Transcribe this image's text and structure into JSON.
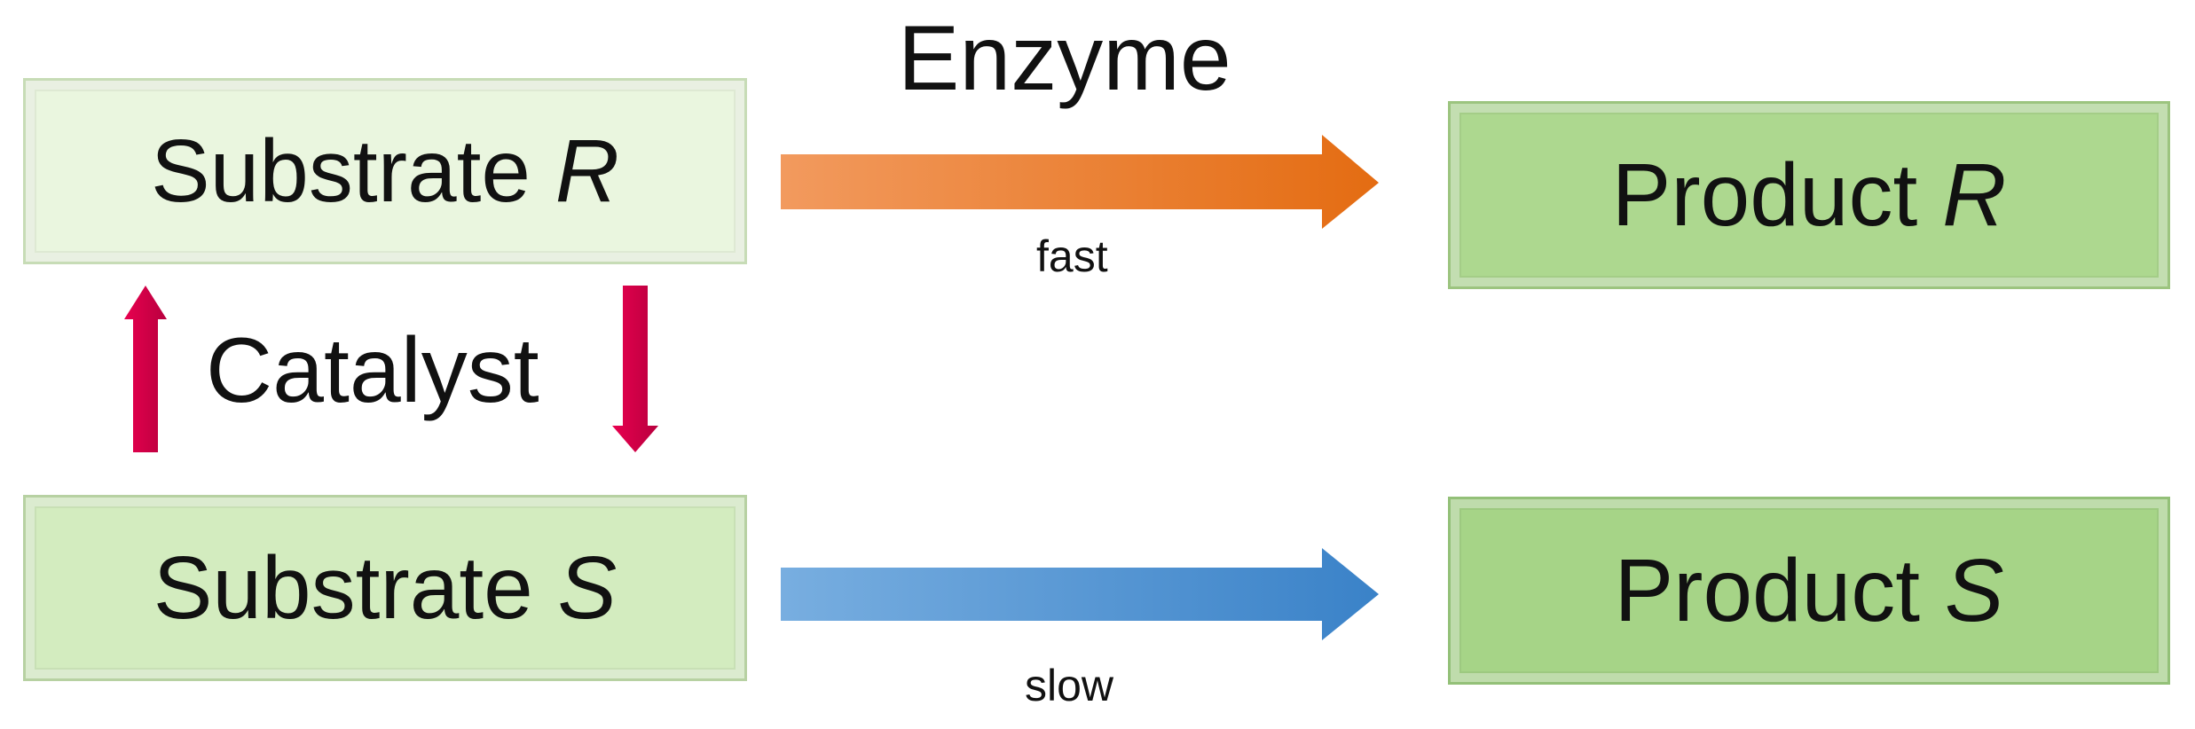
{
  "title": "Enzyme",
  "rates": {
    "fast": "fast",
    "slow": "slow"
  },
  "catalyst": "Catalyst",
  "boxes": {
    "substrate_r": {
      "text": "Substrate ",
      "letter": "R"
    },
    "substrate_s": {
      "text": "Substrate ",
      "letter": "S"
    },
    "product_r": {
      "text": "Product ",
      "letter": "R"
    },
    "product_s": {
      "text": "Product ",
      "letter": "S"
    }
  },
  "colors": {
    "fast_arrow": "#e8701c",
    "slow_arrow": "#3f86cb",
    "catalyst_arrows": "#d4004a",
    "substrate_r_fill": "#eaf6df",
    "substrate_s_fill": "#d3ecbf",
    "product_fill": "#a8d68a"
  }
}
